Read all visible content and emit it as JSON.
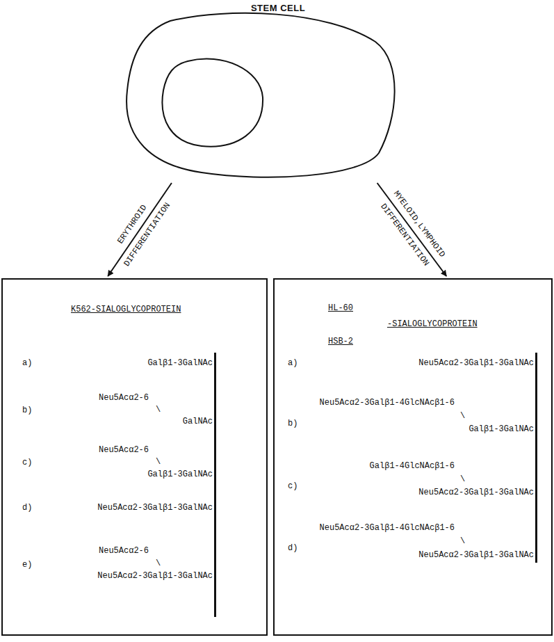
{
  "diagram": {
    "nodes": [
      {
        "text": [
          "STEM CELL"
        ]
      },
      {
        "text": [
          "K562-SIALOGLYCOPROTEIN",
          "a)",
          "Galβ1-3GalNAc",
          "b)",
          "Neu5Acα2-6",
          "\\",
          "GalNAc",
          "c)",
          "Neu5Acα2-6",
          "\\",
          "Galβ1-3GalNAc",
          "d)",
          "Neu5Acα2-3Galβ1-3GalNAc",
          "e)",
          "Neu5Acα2-6",
          "\\",
          "Neu5Acα2-3Galβ1-3GalNAc"
        ]
      },
      {
        "text": [
          "HL-60",
          "-SIALOGLYCOPROTEIN",
          "HSB-2",
          "a)",
          "Neu5Acα2-3Galβ1-3GalNAc",
          "b)",
          "Neu5Acα2-3Galβ1-4GlcNAcβ1-6",
          "\\",
          "Galβ1-3GalNAc",
          "c)",
          "Galβ1-4GlcNAcβ1-6",
          "\\",
          "Neu5Acα2-3Galβ1-3GalNAc",
          "d)",
          "Neu5Acα2-3Galβ1-4GlcNAcβ1-6",
          "\\",
          "Neu5Acα2-3Galβ1-3GalNAc"
        ]
      }
    ],
    "edges": [
      {
        "from": 0,
        "to": 1,
        "arrow": "to",
        "label": "ERYTHROID DIFFERENTIATION"
      },
      {
        "from": 0,
        "to": 2,
        "arrow": "to",
        "label": "MYELOID,LYMPHOID DIFFERENTIATION"
      }
    ]
  }
}
